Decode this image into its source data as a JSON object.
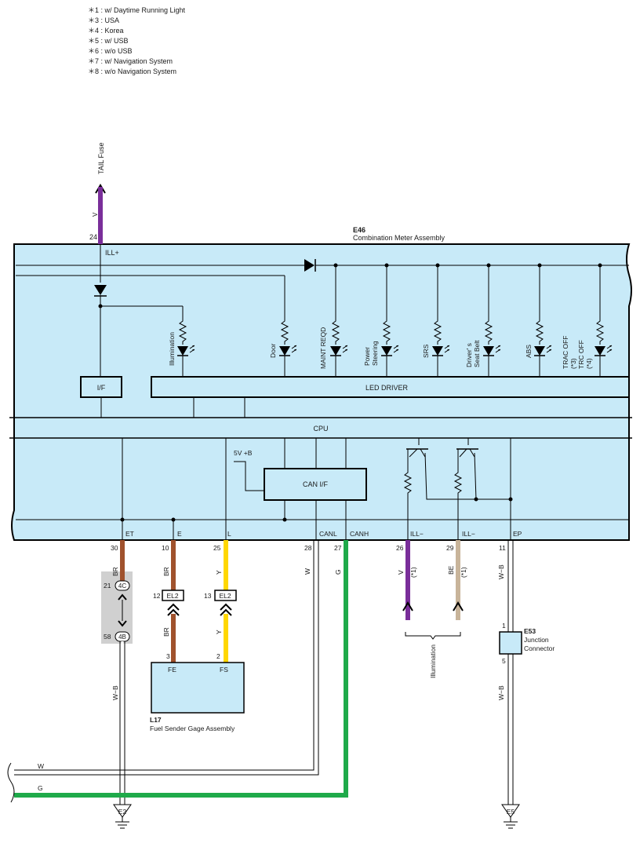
{
  "notes": [
    "＊1 : w/ Daytime Running Light",
    "＊3 : USA",
    "＊4 : Korea",
    "＊5 : w/ USB",
    "＊6 : w/o USB",
    "＊7 : w/ Navigation System",
    "＊8 : w/o Navigation System"
  ],
  "fuse": {
    "label": "TAIL Fuse",
    "wire_color": "V",
    "pin": "24",
    "terminal": "ILL+"
  },
  "meter": {
    "code": "E46",
    "name": "Combination Meter Assembly"
  },
  "blocks": {
    "if": "I/F",
    "led_driver": "LED DRIVER",
    "cpu": "CPU",
    "can_if": "CAN I/F",
    "supply": "5V +B"
  },
  "indicators": {
    "illumination": "Illumination",
    "door": "Door",
    "maint": "MAINT REQD",
    "power_steering_1": "Power",
    "power_steering_2": "Steering",
    "srs": "SRS",
    "seat_belt_1": "Driver' s",
    "seat_belt_2": "Seat Belt",
    "abs": "ABS",
    "trac_1": "TRAC OFF",
    "trac_2": "(*3)",
    "trc_1": "TRC OFF",
    "trc_2": "(*4)"
  },
  "terminals": {
    "et": "ET",
    "e": "E",
    "l": "L",
    "canl": "CANL",
    "canh": "CANH",
    "ill1": "ILL−",
    "ill2": "ILL−",
    "ep": "EP"
  },
  "pins": {
    "p30": "30",
    "p10": "10",
    "p25": "25",
    "p28": "28",
    "p27": "27",
    "p26": "26",
    "p29": "29",
    "p11": "11",
    "p21": "21",
    "p58": "58",
    "p12": "12",
    "p13": "13",
    "p3": "3",
    "p2": "2",
    "p1": "1",
    "p5": "5"
  },
  "connectors": {
    "c4c": "4C",
    "c4b": "4B",
    "el2a": "EL2",
    "el2b": "EL2"
  },
  "wire_colors": {
    "br1": "BR",
    "br2": "BR",
    "br3": "BR",
    "y1": "Y",
    "y2": "Y",
    "w1": "W",
    "g1": "G",
    "v": "V",
    "be": "BE",
    "star1a": "(*1)",
    "star1b": "(*1)",
    "wb1": "W−B",
    "wb2": "W−B",
    "wb3": "W−B",
    "w_bus": "W",
    "g_bus": "G"
  },
  "illumination_label": "Illumination",
  "sender": {
    "code": "L17",
    "name": "Fuel Sender Gage Assembly",
    "fe": "FE",
    "fs": "FS"
  },
  "junction": {
    "code": "E53",
    "name1": "Junction",
    "name2": "Connector"
  },
  "grounds": {
    "e2": "E2",
    "e5": "E5"
  },
  "colors": {
    "panel": "#c8eaf8",
    "purple": "#7a2e9a",
    "brown": "#a0522d",
    "yellow": "#ffd700",
    "green": "#1faa4a",
    "beige": "#c8b49a",
    "gray_zone": "#d0d0d0"
  }
}
